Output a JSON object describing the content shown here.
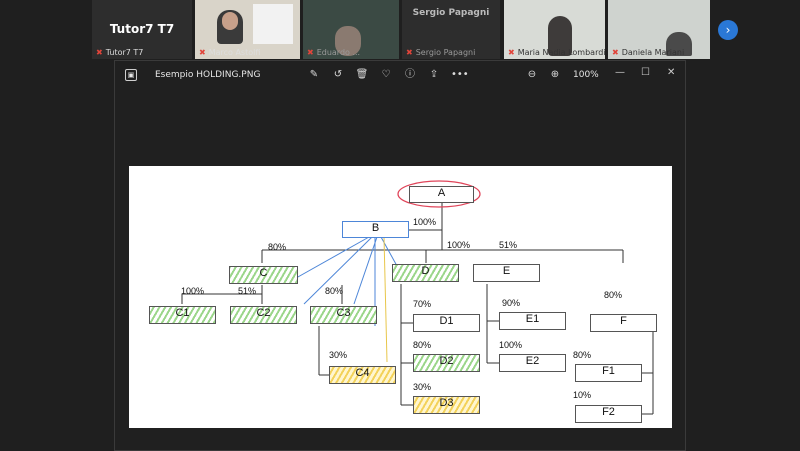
{
  "participants": [
    {
      "name": "Tutor7 T7",
      "display": "Tutor7 T7"
    },
    {
      "name": "Marco Astolfi"
    },
    {
      "name": "Eduardo ..."
    },
    {
      "name": "Sergio Papagni",
      "display": "Sergio Papagni"
    },
    {
      "name": "Maria Nadia Lombardi"
    },
    {
      "name": "Daniela Mariani"
    }
  ],
  "viewer": {
    "filename": "Esempio HOLDING.PNG",
    "zoom": "100%",
    "toolbar_icons": [
      "edit-image-icon",
      "rotate-icon",
      "delete-icon",
      "favorite-icon",
      "info-icon",
      "share-icon",
      "more-icon"
    ]
  },
  "diagram": {
    "nodes": {
      "A": "A",
      "B": "B",
      "C": "C",
      "D": "D",
      "E": "E",
      "F": "F",
      "C1": "C1",
      "C2": "C2",
      "C3": "C3",
      "C4": "C4",
      "D1": "D1",
      "D2": "D2",
      "D3": "D3",
      "E1": "E1",
      "E2": "E2",
      "F1": "F1",
      "F2": "F2"
    },
    "percents": {
      "A_B": "100%",
      "A_right": "100%",
      "B_C": "80%",
      "A_E": "51%",
      "C_C1": "100%",
      "C_C2": "51%",
      "C3": "80%",
      "C4": "30%",
      "D1": "70%",
      "D2": "80%",
      "D3": "30%",
      "E1": "90%",
      "E2": "100%",
      "F": "80%",
      "F1": "80%",
      "F2": "10%"
    }
  }
}
